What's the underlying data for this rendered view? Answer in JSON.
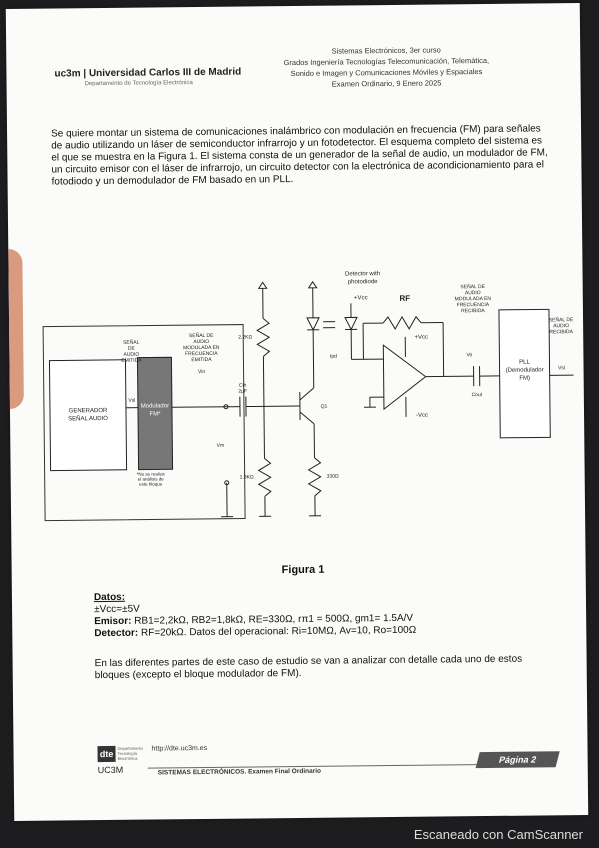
{
  "header": {
    "logo_text": "uc3m | Universidad Carlos III de Madrid",
    "logo_dept": "Departamento de Tecnología Electrónica",
    "lines": [
      "Sistemas Electrónicos, 3er curso",
      "Grados Ingeniería Tecnologías Telecomunicación, Telemática,",
      "Sonido e Imagen y Comunicaciones Móviles y Espaciales",
      "Examen Ordinario, 9 Enero 2025"
    ]
  },
  "intro": "Se quiere montar un sistema de comunicaciones inalámbrico con modulación en frecuencia (FM) para señales de audio utilizando un láser de semiconductor infrarrojo y un fotodetector. El esquema completo del sistema es el que se muestra en la Figura 1. El sistema consta de un generador de la señal de audio, un modulador de FM, un circuito emisor con el láser de infrarrojo, un circuito detector con la electrónica de acondicionamiento para el fotodiodo y un demodulador de FM basado en un PLL.",
  "diagram": {
    "generator": [
      "GENERADOR",
      "SEÑAL AUDIO"
    ],
    "senal_audio_emitida": [
      "SEÑAL",
      "DE",
      "AUDIO",
      "EMITIDA"
    ],
    "vsl": "Vsl",
    "modulator": [
      "Modulador",
      "FM*"
    ],
    "senal_modulada": [
      "SEÑAL DE",
      "AUDIO",
      "MODULADA EN",
      "FRECUENCIA",
      "EMITIDA"
    ],
    "vin": "Vin",
    "cap_label": [
      "Cin",
      "2µF"
    ],
    "vm": "Vm",
    "r1": "2.2KΩ",
    "r2": "1.8KΩ",
    "re": "330Ω",
    "q1": "Q1",
    "nota": [
      "*No se realiza",
      "el análisis de",
      "este bloque"
    ],
    "detector": [
      "Detector with",
      "photodiode"
    ],
    "vcc_plus": "+Vcc",
    "rf": "RF",
    "vcc_plus2": "+Vcc",
    "vcc_minus": "-Vcc",
    "ipd": "Ipd",
    "senal_recibida": [
      "SEÑAL DE",
      "AUDIO",
      "MODULADA EN",
      "FRECUENCIA",
      "RECIBIDA"
    ],
    "vo": "Vo",
    "cout": "Cout",
    "pll": [
      "PLL",
      "(Demodulador",
      "FM)"
    ],
    "senal_audio_recibida": [
      "SEÑAL DE",
      "AUDIO",
      "RECIBIDA"
    ],
    "vsl2": "Vsl"
  },
  "figure_caption": "Figura 1",
  "datos": {
    "title": "Datos:",
    "vcc": "±Vcc=±5V",
    "emisor_label": "Emisor:",
    "emisor": " RB1=2,2kΩ, RB2=1,8kΩ, RE=330Ω, rπ1 = 500Ω, gm1= 1.5A/V",
    "detector_label": "Detector:",
    "detector": " RF=20kΩ. Datos del operacional: Ri=10MΩ, Av=10, Ro=100Ω"
  },
  "note": "En las diferentes partes de este caso de estudio se van a analizar con detalle cada uno de estos bloques (excepto el bloque modulador de FM).",
  "footer": {
    "logo": "dte",
    "logo_sub": "Departamento Tecnología Electrónica",
    "url": "http://dte.uc3m.es",
    "uc3m": "UC3M",
    "title": "SISTEMAS ELECTRÓNICOS. Examen Final Ordinario",
    "page": "Página 2"
  },
  "scanner": "Escaneado con CamScanner"
}
